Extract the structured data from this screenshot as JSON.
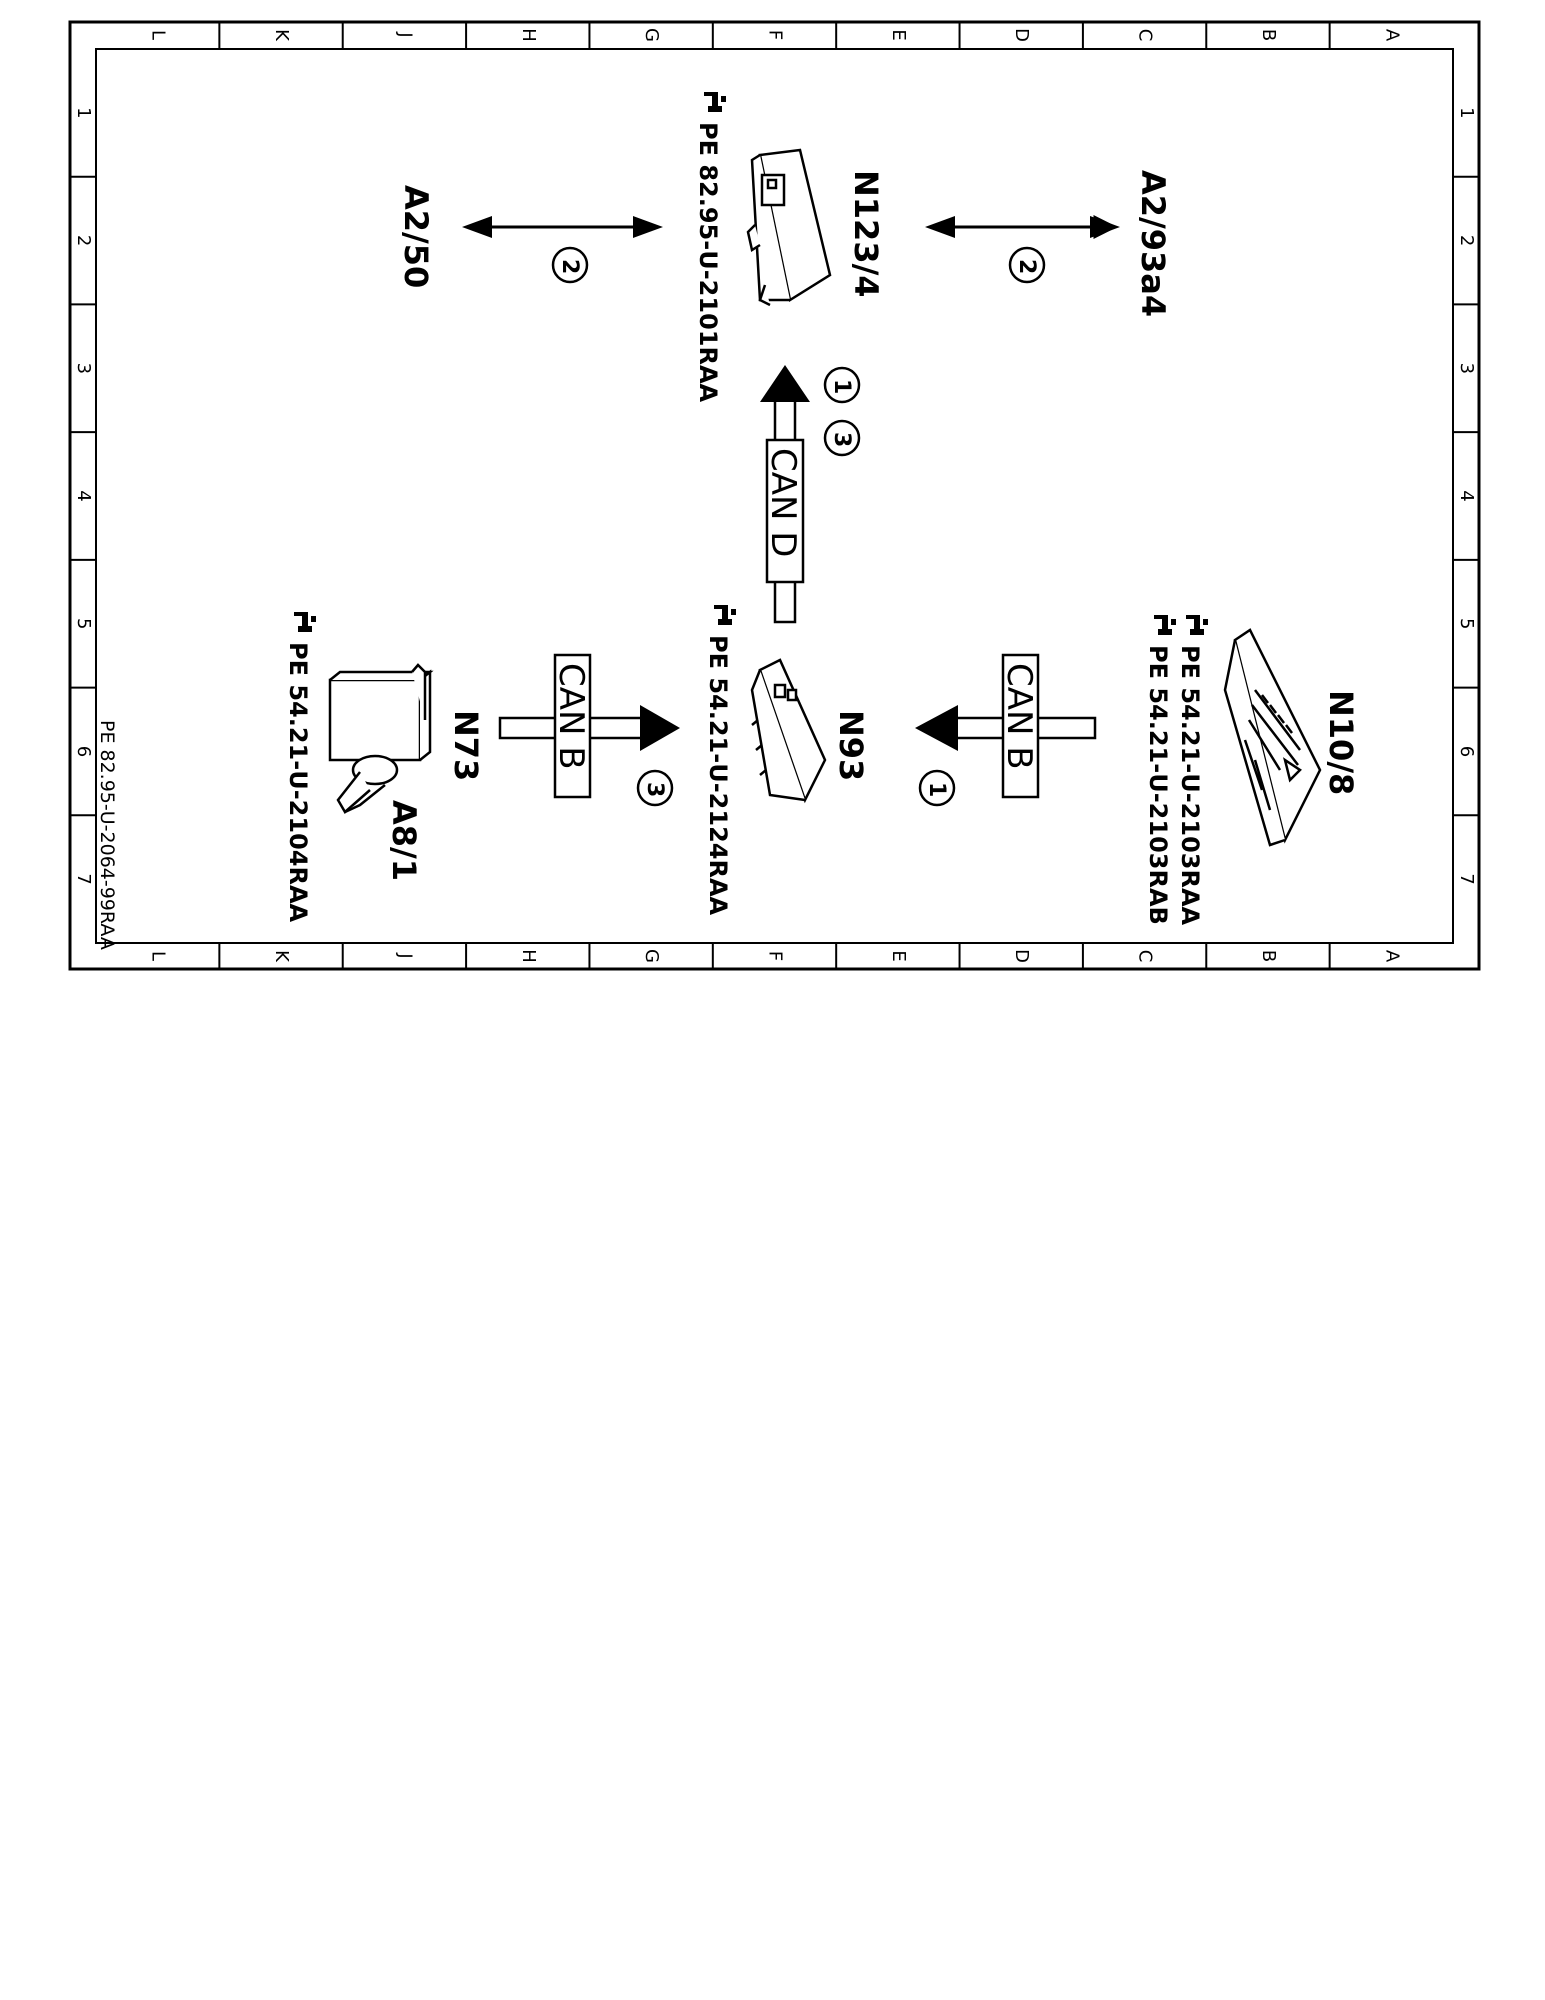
{
  "grid": {
    "columns": [
      "L",
      "K",
      "J",
      "H",
      "G",
      "F",
      "E",
      "D",
      "C",
      "B",
      "A"
    ],
    "rows": [
      "1",
      "2",
      "3",
      "4",
      "5",
      "6",
      "7"
    ]
  },
  "components": {
    "n123_4": "N123/4",
    "a2_93a4": "A2/93a4",
    "a2_50": "A2/50",
    "n93": "N93",
    "n73": "N73",
    "a8_1": "A8/1",
    "n10_8": "N10/8"
  },
  "references": {
    "n123_4": "PE  82.95-U-2101RAA",
    "n93": "PE  54.21-U-2124RAA",
    "a8_1": "PE  54.21-U-2104RAA",
    "n10_8_a": "PE  54.21-U-2103RAA",
    "n10_8_b": "PE  54.21-U-2103RAB"
  },
  "buses": {
    "can_d": "CAN D",
    "can_b_right": "CAN B",
    "can_b_left": "CAN B"
  },
  "markers": {
    "m1_top": "1",
    "m3_top": "3",
    "m2_right": "2",
    "m2_left": "2",
    "m1_right": "1",
    "m3_left": "3"
  },
  "footer": "PE 82.95-U-2064-99RAA",
  "icons": {
    "reference": "pointing-hand-icon"
  }
}
